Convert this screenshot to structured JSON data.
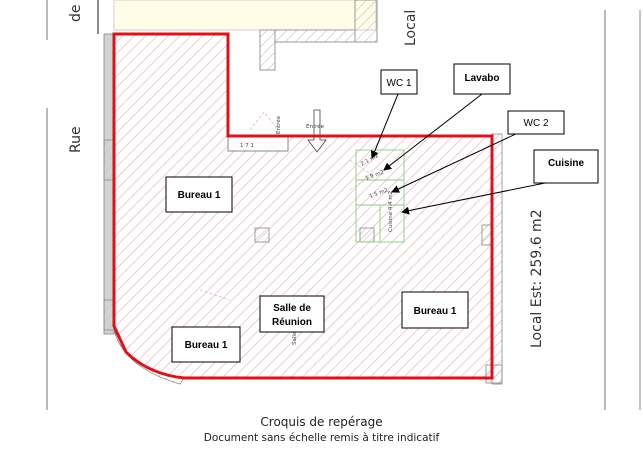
{
  "street": {
    "top": "de",
    "left": "Rue"
  },
  "neighbors": {
    "top_right": "Local",
    "right": "Local  Est:  259.6  m2"
  },
  "plan": {
    "entrance_labels": [
      "Entrée",
      "Entrée"
    ],
    "sub_dims": [
      "2.1 m2",
      "1.9 m2",
      "1.5 m2",
      "Cuisine\n4.4 m2"
    ],
    "meeting_dim": "Salle\n22",
    "left_dim": "1 7 1"
  },
  "rooms": [
    {
      "id": "bureau-1-a",
      "label": "Bureau 1"
    },
    {
      "id": "bureau-1-b",
      "label": "Bureau 1"
    },
    {
      "id": "bureau-1-c",
      "label": "Bureau 1"
    },
    {
      "id": "salle-reunion",
      "label": "Salle de\nRéunion"
    }
  ],
  "callouts": [
    {
      "id": "wc1",
      "label": "WC 1"
    },
    {
      "id": "lavabo",
      "label": "Lavabo"
    },
    {
      "id": "wc2",
      "label": "WC 2"
    },
    {
      "id": "cuisine",
      "label": "Cuisine"
    }
  ],
  "caption": {
    "title": "Croquis de repérage",
    "subtitle": "Document sans échelle remis à titre indicatif"
  },
  "colors": {
    "outline": "#e0101a",
    "hatch": "#e7b6c0",
    "wall": "#b8b8b8",
    "green": "#7fd27f"
  }
}
